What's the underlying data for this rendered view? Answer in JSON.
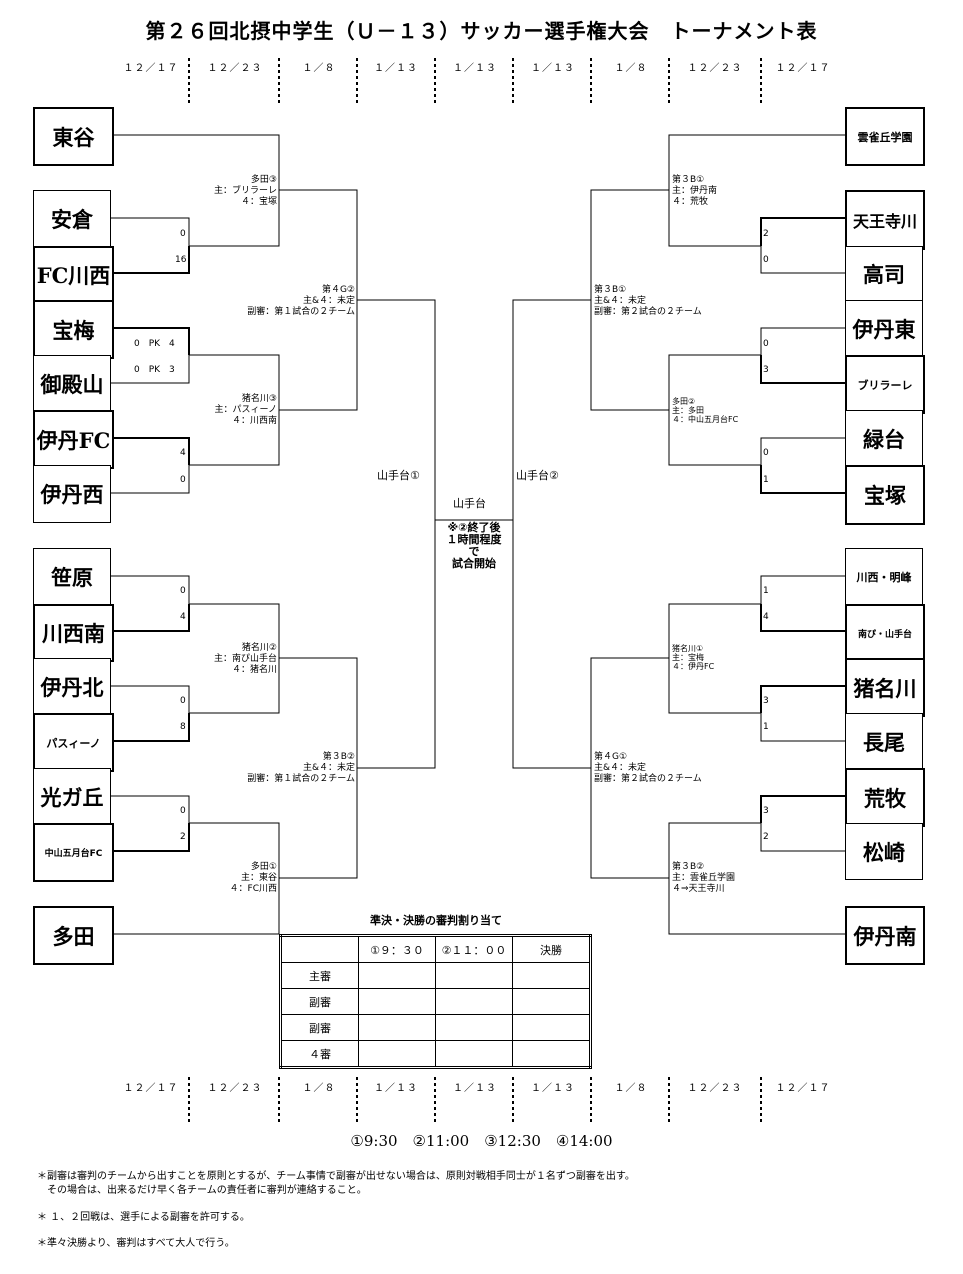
{
  "title": "第２６回北摂中学生（Ｕ－１３）サッカー選手権大会　トーナメント表",
  "dates_top": [
    "１２／１７",
    "１２／２３",
    "１／８",
    "１／１３",
    "１／１３",
    "１／１３",
    "１／８",
    "１２／２３",
    "１２／１７"
  ],
  "dates_bottom": [
    "１２／１７",
    "１２／２３",
    "１／８",
    "１／１３",
    "１／１３",
    "１／１３",
    "１／８",
    "１２／２３",
    "１２／１７"
  ],
  "left_teams": [
    "東谷",
    "安倉",
    "FC川西",
    "宝梅",
    "御殿山",
    "伊丹FC",
    "伊丹西",
    "笹原",
    "川西南",
    "伊丹北",
    "パスィーノ",
    "光ガ丘",
    "中山五月台FC",
    "多田"
  ],
  "right_teams": [
    "雲雀丘学園",
    "天王寺川",
    "高司",
    "伊丹東",
    "ブリラーレ",
    "緑台",
    "宝塚",
    "川西・明峰",
    "南ぴ・山手台",
    "猪名川",
    "長尾",
    "荒牧",
    "松崎",
    "伊丹南"
  ],
  "scores": {
    "l1a": "0",
    "l1b": "16",
    "l2a": "0　PK　4",
    "l2b": "0　PK　3",
    "l3a": "4",
    "l3b": "0",
    "l4a": "0",
    "l4b": "4",
    "l5a": "0",
    "l5b": "8",
    "l6a": "0",
    "l6b": "2",
    "r1a": "2",
    "r1b": "0",
    "r2a": "0",
    "r2b": "3",
    "r3a": "0",
    "r3b": "1",
    "r4a": "1",
    "r4b": "4",
    "r5a": "3",
    "r5b": "1",
    "r6a": "3",
    "r6b": "2"
  },
  "info": {
    "lq1": [
      "多田③",
      "主：ブリラーレ",
      "４：宝塚"
    ],
    "lq2": [
      "猪名川③",
      "主：パスィーノ",
      "４：川西南"
    ],
    "lq3": [
      "猪名川②",
      "主：南ぴ山手台",
      "４：猪名川"
    ],
    "lq4": [
      "多田①",
      "主：東谷",
      "４：FC川西"
    ],
    "ls1": [
      "第４G②",
      "主&４：未定",
      "副審：第１試合の２チーム"
    ],
    "ls2": [
      "第３B②",
      "主&４：未定",
      "副審：第１試合の２チーム"
    ],
    "rq1": [
      "第３B①",
      "主：伊丹南",
      "４：荒牧"
    ],
    "rq2": [
      "多田②",
      "主：多田",
      "４：中山五月台FC"
    ],
    "rq3": [
      "猪名川①",
      "主：宝梅",
      "４：伊丹FC"
    ],
    "rq4": [
      "第３B②",
      "主：雲雀丘学園",
      "４⇒天王寺川"
    ],
    "rs1": [
      "第３B①",
      "主&４：未定",
      "副審：第２試合の２チーム"
    ],
    "rs2": [
      "第４G①",
      "主&４：未定",
      "副審：第２試合の２チーム"
    ]
  },
  "venues": {
    "left": "山手台①",
    "right": "山手台②",
    "final": "山手台"
  },
  "final_note": [
    "※②終了後",
    "１時間程度",
    "で",
    "試合開始"
  ],
  "ref_table": {
    "caption": "準決・決勝の審判割り当て",
    "headers": [
      "",
      "①９：３０",
      "②１１：００",
      "決勝"
    ],
    "rows": [
      "主審",
      "副審",
      "副審",
      "４審"
    ]
  },
  "schedule": "①9:30　②11:00　③12:30　④14:00",
  "notes": [
    "＊副審は審判のチームから出すことを原則とするが、チーム事情で副審が出せない場合は、原則対戦相手同士が１名ずつ副審を出す。",
    "　その場合は、出来るだけ早く各チームの責任者に審判が連絡すること。",
    "＊ １、２回戦は、選手による副審を許可する。",
    "＊準々決勝より、審判はすべて大人で行う。"
  ]
}
